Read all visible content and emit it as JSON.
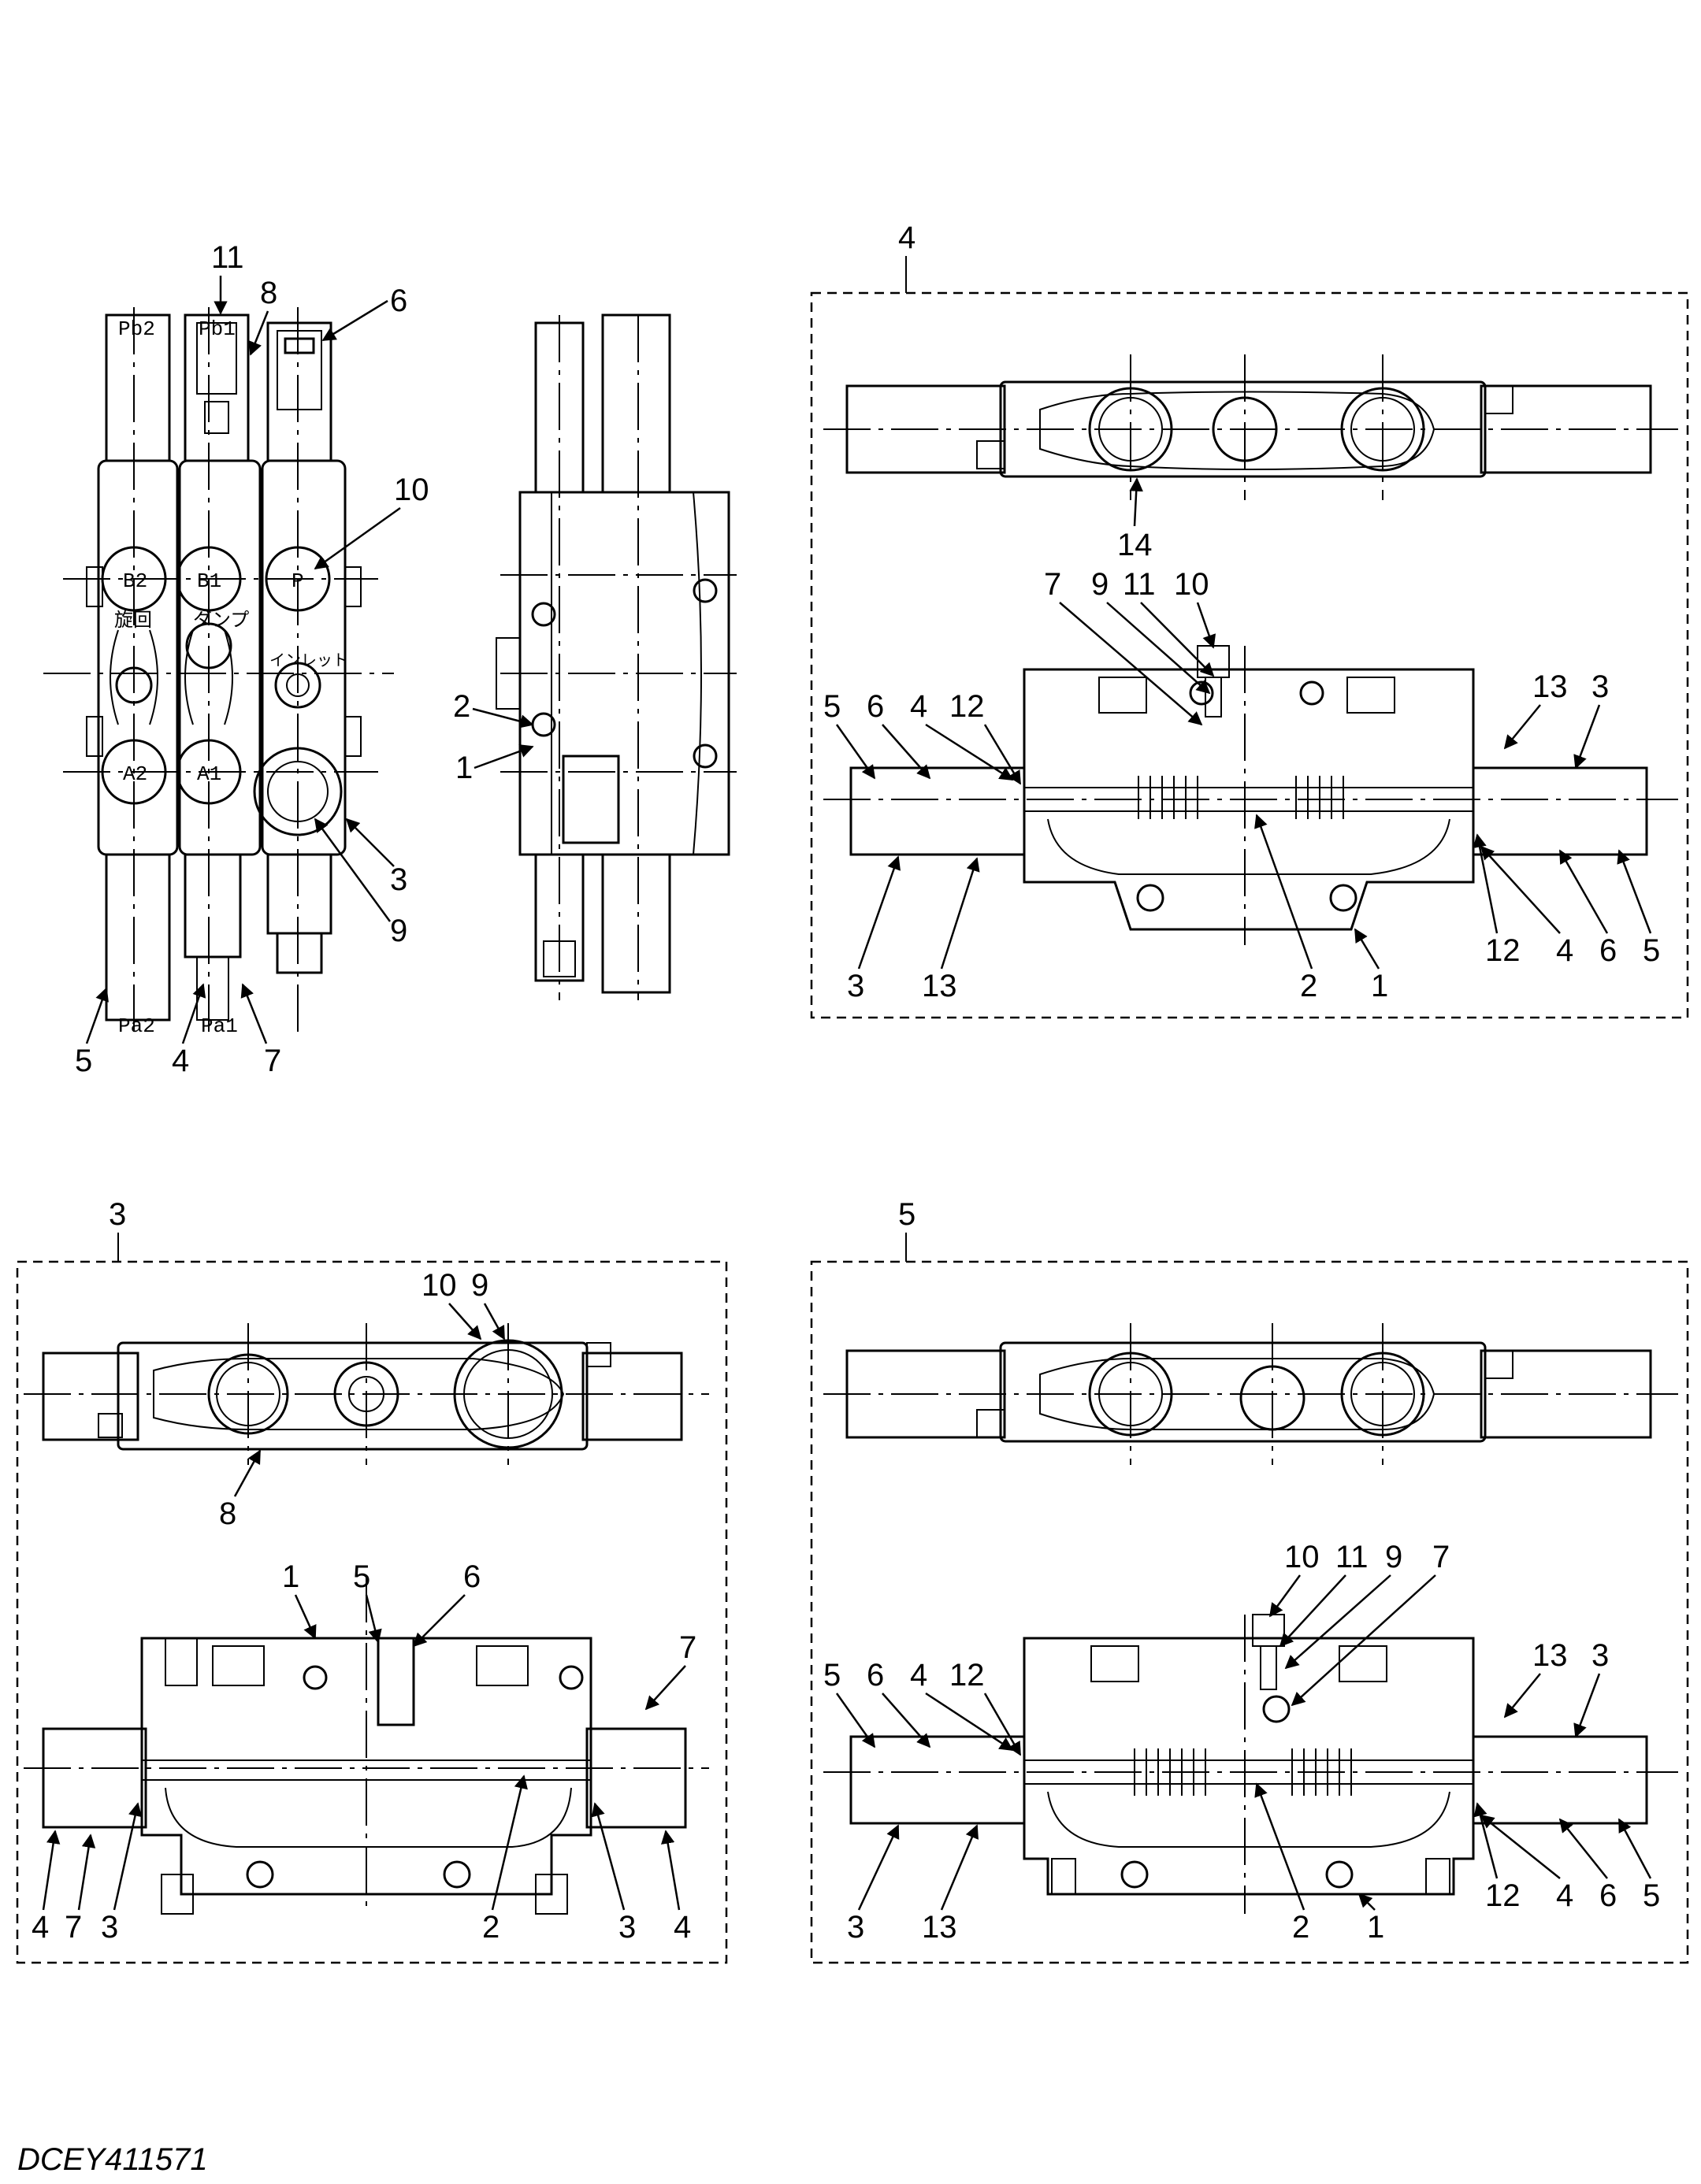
{
  "drawing_code": "DCEY411571",
  "detail_titles": {
    "detail_4": "4",
    "detail_3": "3",
    "detail_5": "5"
  },
  "main_view": {
    "ports_top": [
      "Pb2",
      "Pb1"
    ],
    "ports_bottom": [
      "Pa2",
      "Pa1"
    ],
    "port_marks": [
      "B2",
      "B1",
      "P",
      "A2",
      "A1"
    ],
    "jp_labels": [
      "旋回",
      "ダンプ",
      "インレット"
    ],
    "callouts": [
      "11",
      "8",
      "6",
      "10",
      "3",
      "9",
      "5",
      "4",
      "7"
    ]
  },
  "side_view": {
    "callouts": [
      "2",
      "1"
    ]
  },
  "detail_4": {
    "callouts_top": [
      "14"
    ],
    "callouts": [
      "7",
      "9",
      "11",
      "10",
      "5",
      "6",
      "4",
      "12",
      "13",
      "3",
      "3",
      "13",
      "2",
      "1",
      "12",
      "4",
      "6",
      "5"
    ]
  },
  "detail_3": {
    "callouts_top": [
      "10",
      "9",
      "8"
    ],
    "callouts": [
      "1",
      "5",
      "6",
      "7",
      "4",
      "7",
      "3",
      "2",
      "3",
      "4"
    ]
  },
  "detail_5": {
    "callouts": [
      "10",
      "11",
      "9",
      "7",
      "5",
      "6",
      "4",
      "12",
      "13",
      "3",
      "3",
      "13",
      "2",
      "1",
      "12",
      "4",
      "6",
      "5"
    ]
  },
  "colors": {
    "ink": "#000000",
    "paper": "#ffffff"
  }
}
